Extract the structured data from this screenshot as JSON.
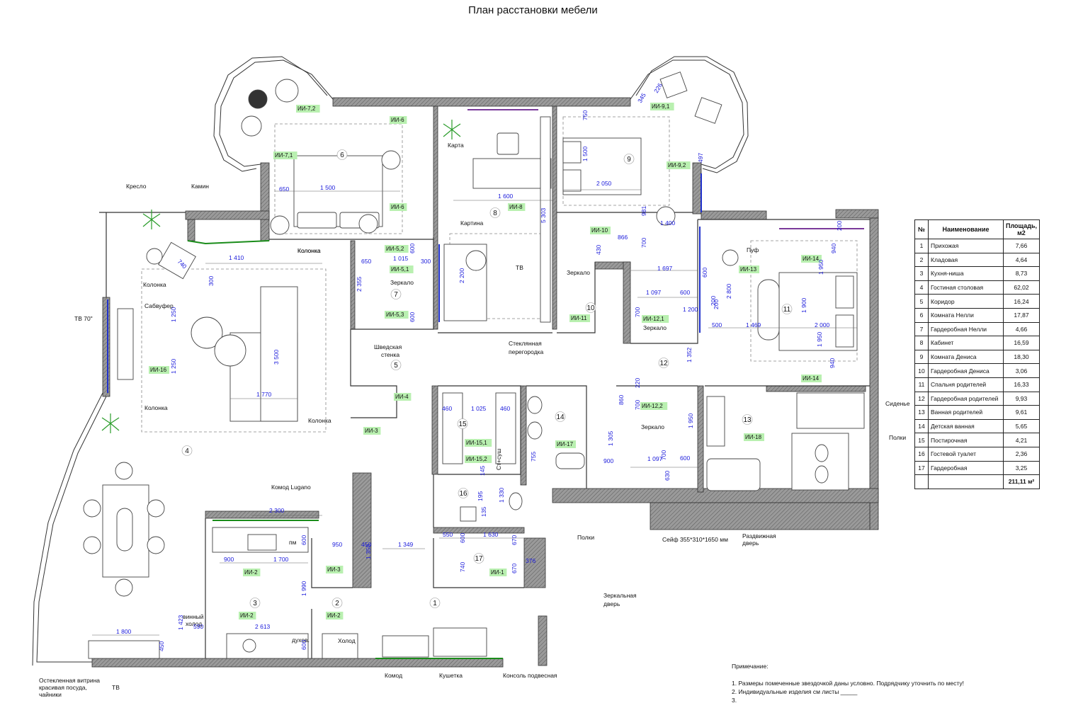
{
  "title": "План расстановки мебели",
  "table": {
    "headers": [
      "№",
      "Наименование",
      "Площадь, м2"
    ],
    "rows": [
      [
        "1",
        "Прихожая",
        "7,66"
      ],
      [
        "2",
        "Кладовая",
        "4,64"
      ],
      [
        "3",
        "Кухня-ниша",
        "8,73"
      ],
      [
        "4",
        "Гостиная столовая",
        "62,02"
      ],
      [
        "5",
        "Коридор",
        "16,24"
      ],
      [
        "6",
        "Комната Нелли",
        "17,87"
      ],
      [
        "7",
        "Гардеробная Нелли",
        "4,66"
      ],
      [
        "8",
        "Кабинет",
        "16,59"
      ],
      [
        "9",
        "Комната Дениса",
        "18,30"
      ],
      [
        "10",
        "Гардеробная Дениса",
        "3,06"
      ],
      [
        "11",
        "Спальня родителей",
        "16,33"
      ],
      [
        "12",
        "Гардеробная родителей",
        "9,93"
      ],
      [
        "13",
        "Ванная родителей",
        "9,61"
      ],
      [
        "14",
        "Детская ванная",
        "5,65"
      ],
      [
        "15",
        "Постирочная",
        "4,21"
      ],
      [
        "16",
        "Гостевой туалет",
        "2,36"
      ],
      [
        "17",
        "Гардеробная",
        "3,25"
      ]
    ],
    "total": "211,11 м²"
  },
  "notes": {
    "heading": "Примечание:",
    "items": [
      "1.  Размеры помеченные звездочкой даны условно. Подрядчику уточнить по месту!",
      "2.  Индивидуальные изделия см листы _____",
      "3."
    ]
  },
  "labels": [
    {
      "t": "Кресло"
    },
    {
      "t": "Камин"
    },
    {
      "t": "Колонка"
    },
    {
      "t": "Колонка"
    },
    {
      "t": "Колонка"
    },
    {
      "t": "Колонка"
    },
    {
      "t": "Колонка"
    },
    {
      "t": "Сабвуфер"
    },
    {
      "t": "ТВ 70\""
    },
    {
      "t": "Картина"
    },
    {
      "t": "Карта"
    },
    {
      "t": "ТВ"
    },
    {
      "t": "Зеркало"
    },
    {
      "t": "Зеркало"
    },
    {
      "t": "Зеркало"
    },
    {
      "t": "Зеркало"
    },
    {
      "t": "Шведская"
    },
    {
      "t": "стенка"
    },
    {
      "t": "Стеклянная"
    },
    {
      "t": "перегородка"
    },
    {
      "t": "Пуф"
    },
    {
      "t": "Комод Lugano"
    },
    {
      "t": "Полки"
    },
    {
      "t": "Сейф 355*310*1650 мм"
    },
    {
      "t": "Раздвижная"
    },
    {
      "t": "дверь"
    },
    {
      "t": "Зеркальная"
    },
    {
      "t": "дверь"
    },
    {
      "t": "Сиденье"
    },
    {
      "t": "Полки"
    },
    {
      "t": "винный"
    },
    {
      "t": "холод."
    },
    {
      "t": "духов."
    },
    {
      "t": "Холод"
    },
    {
      "t": "Комод"
    },
    {
      "t": "Кушетка"
    },
    {
      "t": "Консоль подвесная"
    },
    {
      "t": "Остекленная витрина"
    },
    {
      "t": "красивая посуда,"
    },
    {
      "t": "чайники"
    },
    {
      "t": "ТВ"
    },
    {
      "t": "пм"
    },
    {
      "t": "Ст+суш"
    }
  ],
  "tags": [
    "ИИ-7,2",
    "ИИ-7,1",
    "ИИ-6",
    "ИИ-6",
    "ИИ-8",
    "ИИ-9,1",
    "ИИ-9,2",
    "ИИ-10",
    "ИИ-5,2",
    "ИИ-5,1",
    "ИИ-5,3",
    "ИИ-11",
    "ИИ-12,1",
    "ИИ-13",
    "ИИ-14",
    "ИИ-14",
    "ИИ-16",
    "ИИ-4",
    "ИИ-3",
    "ИИ-15,1",
    "ИИ-15,2",
    "ИИ-17",
    "ИИ-12,2",
    "ИИ-18",
    "ИИ-2",
    "ИИ-3",
    "ИИ-1",
    "ИИ-2",
    "ИИ-2"
  ],
  "room_numbers": [
    "1",
    "2",
    "3",
    "4",
    "5",
    "6",
    "7",
    "8",
    "9",
    "10",
    "11",
    "12",
    "13",
    "14",
    "15",
    "16",
    "17"
  ],
  "dims": [
    "650",
    "1 500",
    "1 600",
    "5 303",
    "750",
    "1 500",
    "2 050",
    "497",
    "345",
    "226",
    "981",
    "1 400",
    "866",
    "430",
    "700",
    "1 410",
    "740",
    "1 015",
    "300",
    "650",
    "600",
    "2 355",
    "2 200",
    "600",
    "1 697",
    "600",
    "1 097",
    "600",
    "200",
    "1 200",
    "700",
    "1 950",
    "2 800",
    "200",
    "500",
    "1 469",
    "1 900",
    "2 000",
    "940",
    "1 950",
    "940",
    "200",
    "1 352",
    "1 250",
    "1 250",
    "3 500",
    "1 770",
    "460",
    "1 025",
    "460",
    "220",
    "700",
    "860",
    "1 305",
    "900",
    "1 950",
    "1 097",
    "600",
    "630",
    "755",
    "145",
    "195",
    "135",
    "1 330",
    "2 300",
    "950",
    "450",
    "600",
    "1 700",
    "900",
    "1 349",
    "1 350",
    "550",
    "600",
    "1 630",
    "670",
    "740",
    "376",
    "670",
    "1 990",
    "2 613",
    "590",
    "1 800",
    "1 423",
    "450",
    "600",
    "300",
    "700"
  ],
  "colors": {
    "wall": "#7a7a7a",
    "dim": "#1a1adb",
    "tag": "#b9f0b0",
    "accent": "#1a8c1a"
  }
}
